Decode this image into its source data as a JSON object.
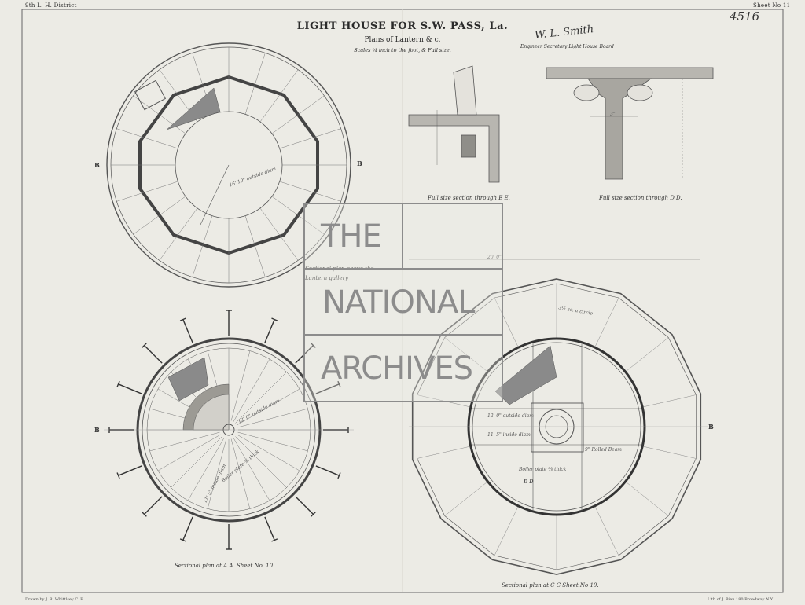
{
  "header": {
    "district": "9th L. H. District",
    "sheet": "Sheet No 11"
  },
  "title": "LIGHT HOUSE FOR S.W. PASS, La.",
  "subtitle": "Plans of Lantern & c.",
  "scale_note": "Scales ¼ inch to the foot, & Full size.",
  "signature": "W. L. Smith",
  "signature_role": "Engineer Secretary Light House Board",
  "catalogue_number": "4516",
  "captions": {
    "top_left": "Sectional plan above the Lantern gallery",
    "section_ee": "Full size section through E E.",
    "section_dd": "Full size section through D D.",
    "bottom_left": "Sectional plan at A A. Sheet No. 10",
    "bottom_right": "Sectional plan at C C Sheet No 10."
  },
  "dimensions": {
    "outside_diam_top": "16' 10\" outside diam",
    "outside_diam_bl": "12' 0\" outside diam",
    "inside_diam_bl": "11' 5\" inside diam",
    "outside_diam_br": "12' 0\" outside diam",
    "inside_diam_br": "11' 5\" inside diam",
    "span_br": "20' 0\"",
    "dd_width": "3\"",
    "boiler_plate_bl": "Boiler plate ⅜ thick",
    "boiler_plate_br": "Boiler plate ⅜ thick",
    "rolled_beam": "9\" Rolled Beam",
    "br_dd": "D D",
    "br_circle": "3½ sc. a circle"
  },
  "section_marks": {
    "b": "B"
  },
  "footer": {
    "drawn_by": "Drawn by J. R. Whittlsey C. E.",
    "lith": "Lith of J. Bien 180 Broadway N.Y."
  },
  "watermark": {
    "line1": "THE",
    "line2": "NATIONAL",
    "line3": "ARCHIVES"
  },
  "colors": {
    "paper": "#ecebe5",
    "ink": "#333333",
    "watermark": "#8c8c8c"
  }
}
